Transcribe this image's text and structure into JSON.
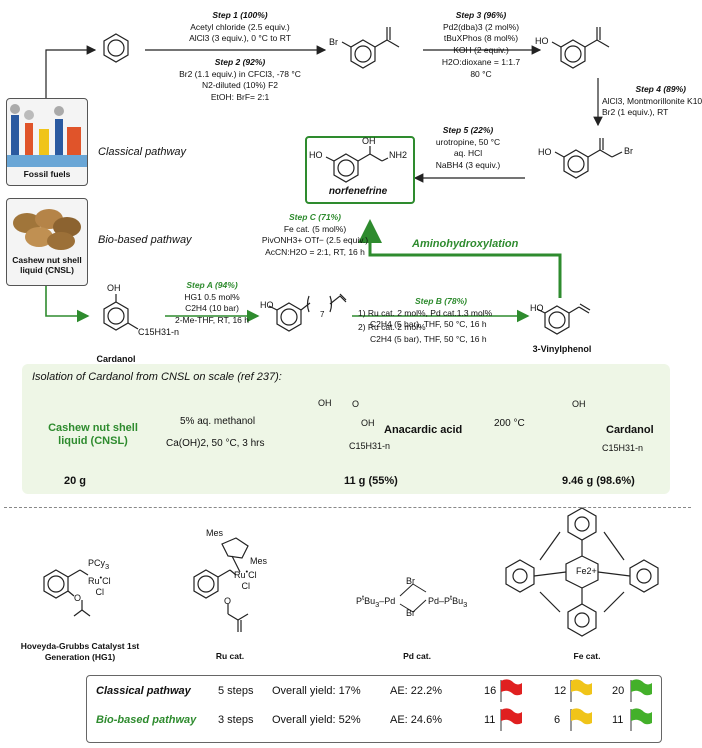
{
  "classical": {
    "step1": {
      "title": "Step 1 (100%)",
      "l1": "Acetyl chloride (2.5 equiv.)",
      "l2": "AlCl3 (3 equiv.), 0 °C to RT"
    },
    "step2": {
      "title": "Step 2 (92%)",
      "l1": "Br2 (1.1 equiv.) in CFCl3, -78 °C",
      "l2": "N2-diluted (10%) F2",
      "l3": "EtOH: BrF= 2:1"
    },
    "step3": {
      "title": "Step 3 (96%)",
      "l1": "Pd2(dba)3 (2 mol%)",
      "l2": "tBuXPhos (8 mol%)",
      "l3": "KOH (2 equiv.)",
      "l4": "H2O:dioxane = 1:1.7",
      "l5": "80 °C"
    },
    "step4": {
      "title": "Step 4 (89%)",
      "l1": "AlCl3, Montmorillonite K10",
      "l2": "Br2 (1 equiv.), RT"
    },
    "step5": {
      "title": "Step 5 (22%)",
      "l1": "urotropine, 50 °C",
      "l2": "aq. HCl",
      "l3": "NaBH4 (3 equiv.)"
    },
    "bromo_label": "Br",
    "ho_label": "HO"
  },
  "sources": {
    "fossil": "Fossil fuels",
    "cnsl": "Cashew nut shell liquid (CNSL)",
    "classical_label": "Classical pathway",
    "bio_label": "Bio-based pathway"
  },
  "target": {
    "name": "norfenefrine",
    "ho": "HO",
    "oh": "OH",
    "nh2": "NH2"
  },
  "bio": {
    "stepC": {
      "title": "Step C (71%)",
      "l1": "Fe cat. (5 mol%)",
      "l2": "PivONH3+ OTf− (2.5 equiv.)",
      "l3": "AcCN:H2O = 2:1, RT, 16 h"
    },
    "aminohydroxylation": "Aminohydroxylation",
    "stepA": {
      "title": "Step A (94%)",
      "l1": "HG1 0.5 mol%",
      "l2": "C2H4 (10 bar)",
      "l3": "2-Me-THF, RT, 16 h"
    },
    "stepB": {
      "title": "Step B (78%)",
      "l1": "1) Ru cat. 2 mol%, Pd cat.1.3 mol%",
      "l2": "C2H4 (5 bar), THF, 50 °C, 16 h",
      "l3": "2) Ru cat. 2 mol%",
      "l4": "C2H4 (5 bar), THF, 50 °C, 16 h"
    },
    "cardanol": "Cardanol",
    "vinylphenol": "3-Vinylphenol",
    "chain": "C15H31-n",
    "sub7": "7"
  },
  "isolation": {
    "title": "Isolation of Cardanol from CNSL on scale (ref 237):",
    "cnsl": "Cashew nut shell liquid (CNSL)",
    "cond1": "5% aq. methanol",
    "cond2": "Ca(OH)2, 50 °C, 3 hrs",
    "anacardic": "Anacardic acid",
    "temp": "200 °C",
    "cardanol": "Cardanol",
    "mass1": "20 g",
    "mass2": "11 g (55%)",
    "mass3": "9.46 g (98.6%)"
  },
  "catalysts": {
    "hg1": "Hoveyda-Grubbs Catalyst 1st Generation (HG1)",
    "ru": "Ru cat.",
    "pd": "Pd cat.",
    "fe": "Fe cat.",
    "fe_ion": "Fe2+"
  },
  "summary": {
    "rows": [
      {
        "path": "Classical pathway",
        "steps": "5 steps",
        "yield": "Overall yield: 17%",
        "ae": "AE: 22.2%",
        "red": "16",
        "yellow": "12",
        "green": "20"
      },
      {
        "path": "Bio-based pathway",
        "steps": "3 steps",
        "yield": "Overall yield: 52%",
        "ae": "AE: 24.6%",
        "red": "11",
        "yellow": "6",
        "green": "11"
      }
    ]
  },
  "colors": {
    "green": "#2e8b2e",
    "red": "#e02020",
    "yellow": "#f0c419",
    "flaggreen": "#43b02a",
    "panel": "#eef6e6"
  }
}
